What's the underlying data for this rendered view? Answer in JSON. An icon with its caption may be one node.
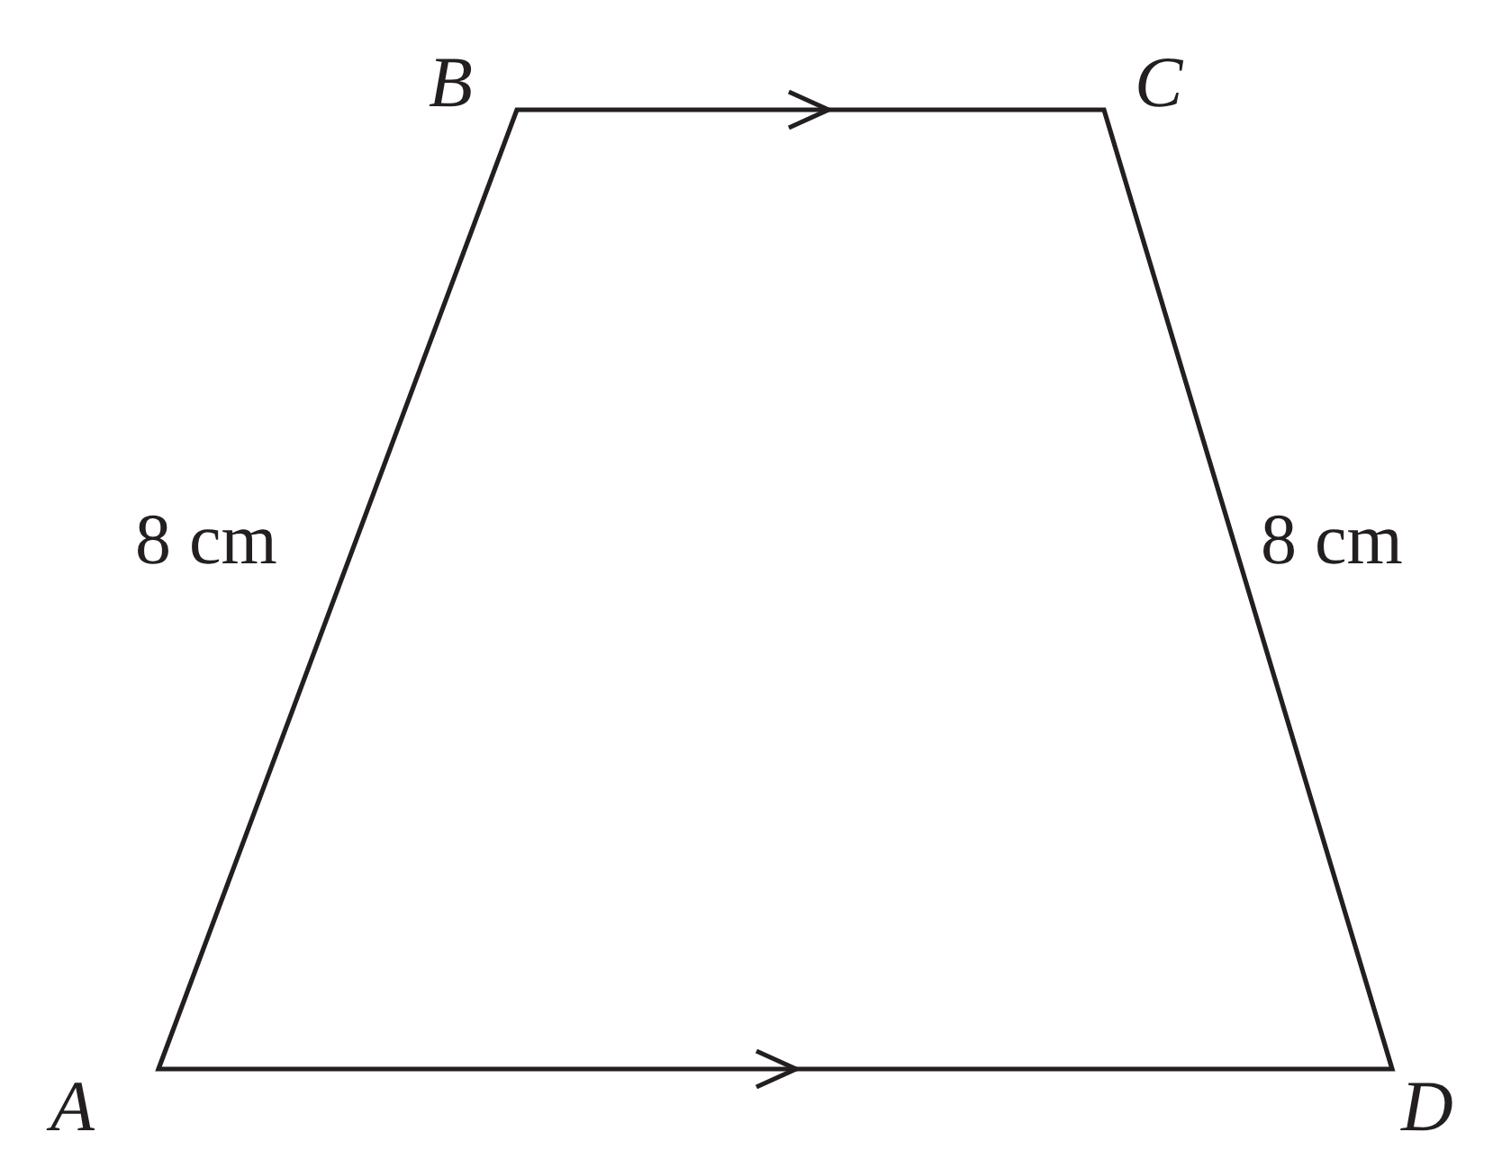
{
  "diagram": {
    "labels": [
      "B",
      "C",
      "8 cm",
      "8 cm",
      "A",
      "D"
    ]
  }
}
